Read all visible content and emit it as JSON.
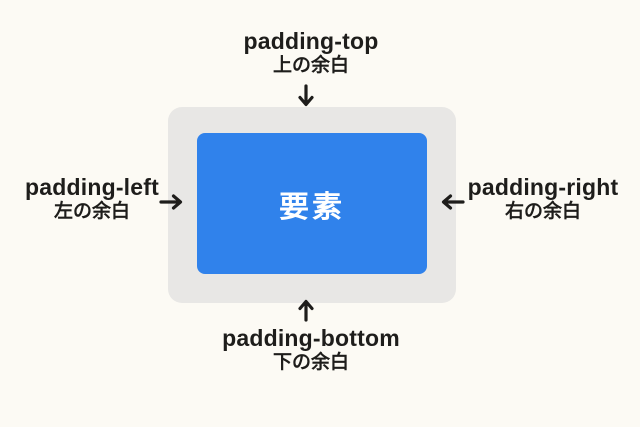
{
  "colors": {
    "background": "#FCFAF4",
    "padding_box": "#E8E7E5",
    "element_box": "#3082EB",
    "text": "#1E1D1B",
    "element_text": "#FFFFFF"
  },
  "diagram": {
    "element": {
      "label": "要素"
    },
    "labels": {
      "top": {
        "property": "padding-top",
        "description": "上の余白"
      },
      "left": {
        "property": "padding-left",
        "description": "左の余白"
      },
      "right": {
        "property": "padding-right",
        "description": "右の余白"
      },
      "bottom": {
        "property": "padding-bottom",
        "description": "下の余白"
      }
    },
    "icons": {
      "top": "arrow-down-icon",
      "left": "arrow-right-icon",
      "right": "arrow-left-icon",
      "bottom": "arrow-up-icon"
    }
  }
}
